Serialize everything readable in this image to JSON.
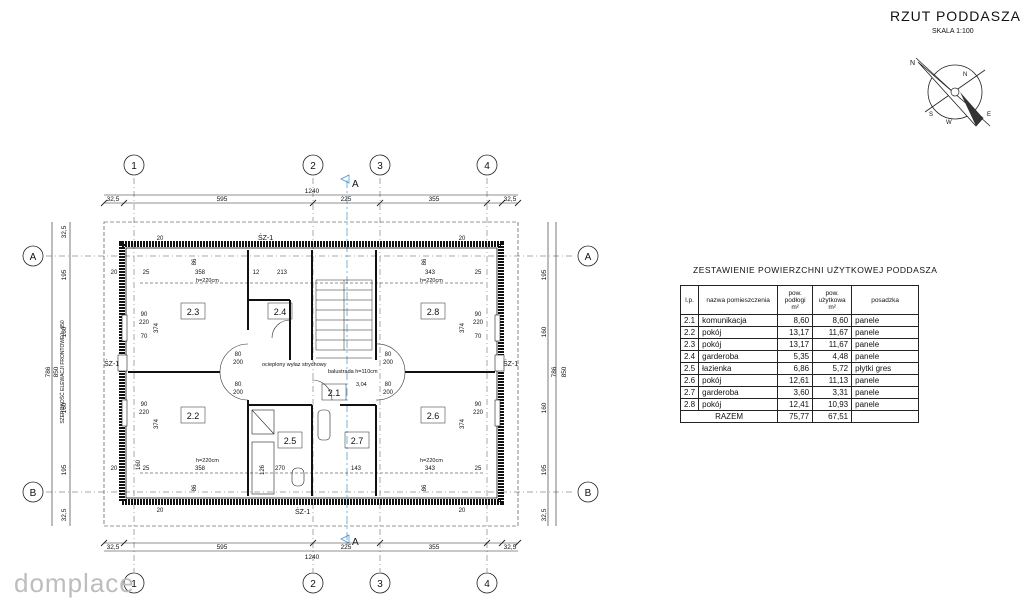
{
  "header": {
    "title": "RZUT  PODDASZA",
    "scale": "SKALA 1:100"
  },
  "axes": {
    "columns": [
      "1",
      "2",
      "3",
      "4"
    ],
    "rows": [
      "A",
      "B"
    ],
    "section_marker": "A"
  },
  "dimensions": {
    "top": [
      "32,5",
      "595",
      "225",
      "355",
      "32,5"
    ],
    "total": "1240",
    "bottom": [
      "32,5",
      "595",
      "225",
      "355",
      "32,5"
    ],
    "left": [
      "32,5",
      "195",
      "160",
      "160",
      "195",
      "32,5"
    ],
    "left_total": "786",
    "left_overall": "850",
    "left_note": "SZEROKOŚĆ ELEWACJI FRONTOWEJ - 850",
    "right": [
      "195",
      "160",
      "160",
      "195",
      "32,5"
    ],
    "right_total": "786",
    "right_overall": "850",
    "roof_height": "h=220cm"
  },
  "plan_labels": {
    "wall_tags": [
      "ŚZ-1",
      "ŚZ-1",
      "ŚZ-1",
      "ŚZ-1"
    ],
    "rooms": [
      "2.1",
      "2.2",
      "2.3",
      "2.4",
      "2.5",
      "2.6",
      "2.7",
      "2.8"
    ],
    "notes": [
      "ocieplony wyłaz strychowy",
      "balustrada h=110cm",
      "3,04"
    ],
    "interior_dims": [
      "358",
      "213",
      "343",
      "20",
      "12",
      "25",
      "25",
      "90",
      "220",
      "70",
      "80",
      "200",
      "143",
      "270",
      "374",
      "160",
      "126",
      "86"
    ]
  },
  "table": {
    "title": "ZESTAWIENIE  POWIERZCHNI  UŻYTKOWEJ  PODDASZA",
    "headers": [
      "l.p.",
      "nazwa pomieszczenia",
      "pow. podłogi m²",
      "pow. użytkowa m²",
      "posadzka"
    ],
    "rows": [
      [
        "2.1",
        "komunikacja",
        "8,60",
        "8,60",
        "panele"
      ],
      [
        "2.2",
        "pokój",
        "13,17",
        "11,67",
        "panele"
      ],
      [
        "2.3",
        "pokój",
        "13,17",
        "11,67",
        "panele"
      ],
      [
        "2.4",
        "garderoba",
        "5,35",
        "4,48",
        "panele"
      ],
      [
        "2.5",
        "łazienka",
        "6,86",
        "5,72",
        "płytki gres"
      ],
      [
        "2.6",
        "pokój",
        "12,61",
        "11,13",
        "panele"
      ],
      [
        "2.7",
        "garderoba",
        "3,60",
        "3,31",
        "panele"
      ],
      [
        "2.8",
        "pokój",
        "12,41",
        "10,93",
        "panele"
      ]
    ],
    "total_label": "RAZEM",
    "total_floor": "75,77",
    "total_usable": "67,51"
  },
  "compass": {
    "north": "N",
    "ring_marks": [
      "N",
      "S",
      "W",
      "E"
    ]
  },
  "watermark": "domplace"
}
